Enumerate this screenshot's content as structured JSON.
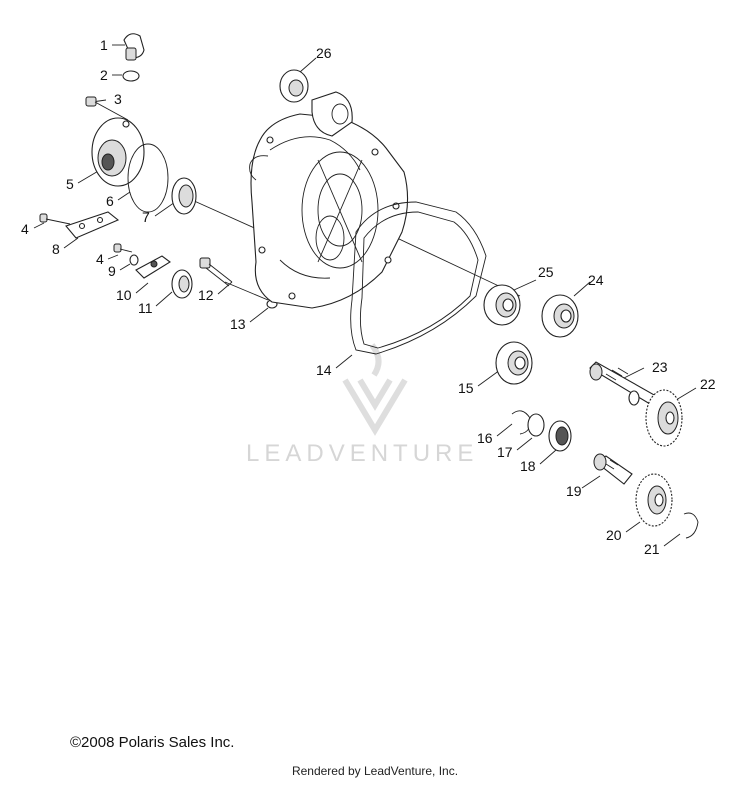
{
  "diagram": {
    "callouts": [
      "1",
      "2",
      "3",
      "4",
      "5",
      "6",
      "7",
      "4",
      "8",
      "9",
      "10",
      "11",
      "12",
      "13",
      "14",
      "15",
      "16",
      "17",
      "18",
      "19",
      "20",
      "21",
      "22",
      "23",
      "24",
      "25",
      "26"
    ],
    "watermark": "LEADVENTURE"
  },
  "footer": {
    "copyright": "©2008 Polaris Sales Inc.",
    "rendered_by": "Rendered by LeadVenture, Inc."
  },
  "colors": {
    "line": "#222222",
    "watermark": "#d6d6d6",
    "background": "#ffffff"
  }
}
